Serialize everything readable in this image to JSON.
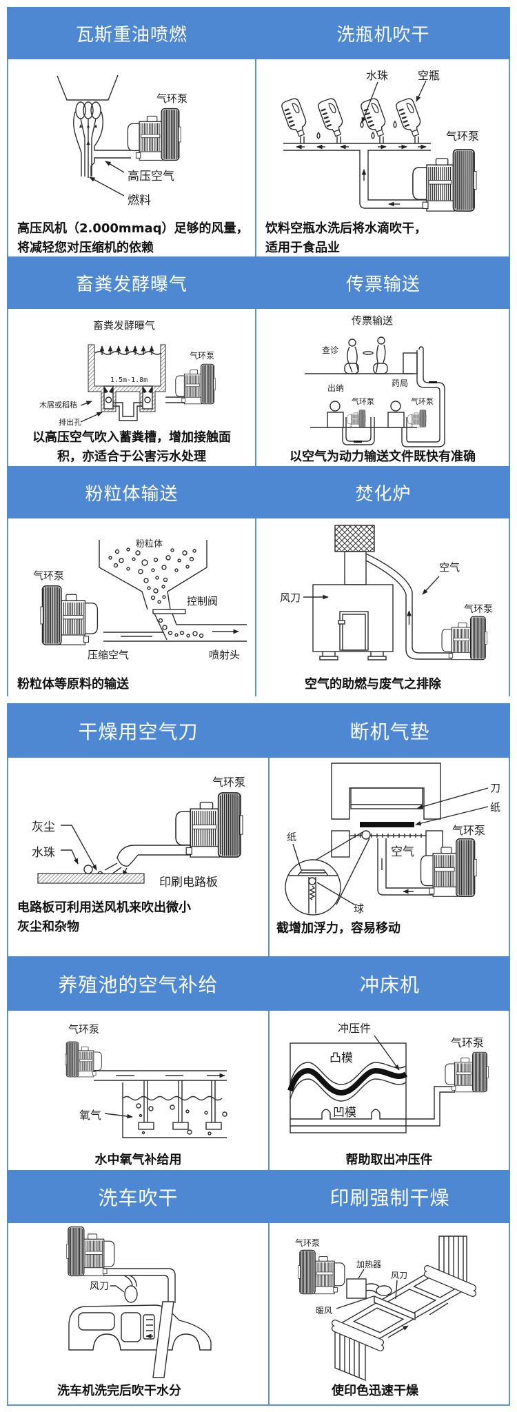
{
  "theme": {
    "header_bg": "#4e88d2",
    "border": "#5a93d7",
    "title_text": "#ffffff",
    "caption_text": "#111111"
  },
  "panels": [
    {
      "title": "瓦斯重油喷燃",
      "caption": [
        "高压风机（2.000mmaq）足够的风量，",
        "将减轻您对压缩机的依赖"
      ],
      "labels": {
        "pump": "气环泵",
        "air": "高压空气",
        "fuel": "燃料"
      }
    },
    {
      "title": "洗瓶机吹干",
      "caption": [
        "饮料空瓶水洗后将水滴吹干，",
        "适用于食品业"
      ],
      "labels": {
        "droplets": "水珠",
        "bottles": "空瓶",
        "pump": "气环泵"
      }
    },
    {
      "title": "畜粪发酵曝气",
      "caption": [
        "以高压空气吹入蓄粪槽，增加接触面",
        "积，亦适合于公害污水处理"
      ],
      "labels": {
        "diagram_title": "畜粪发酵曝气",
        "depth": "1.5m-1.8m",
        "pump": "气环泵",
        "bedding": "木屑或稻秸",
        "outlet": "排出孔"
      }
    },
    {
      "title": "传票输送",
      "caption": [
        "以空气为动力输送文件既快有准确"
      ],
      "labels": {
        "diagram_title": "传票输送",
        "consult": "查诊",
        "cashier": "出纳",
        "pharmacy": "药局",
        "pump_1": "气环泵",
        "pump_2": "气环泵"
      }
    },
    {
      "title": "粉粒体输送",
      "caption": [
        "粉粒体等原料的输送"
      ],
      "labels": {
        "powder": "粉粒体",
        "pump": "气环泵",
        "valve": "控制阀",
        "air": "压缩空气",
        "nozzle": "喷射头"
      }
    },
    {
      "title": "焚化炉",
      "caption": [
        "空气的助燃与废气之排除"
      ],
      "labels": {
        "air": "空气",
        "air_knife": "风刀",
        "pump": "气环泵"
      }
    },
    {
      "title": "干燥用空气刀",
      "caption": [
        "电路板可利用送风机来吹出微小",
        "灰尘和杂物"
      ],
      "labels": {
        "pump": "气环泵",
        "dust": "灰尘",
        "droplets": "水珠",
        "pcb": "印刷电路板"
      }
    },
    {
      "title": "断机气垫",
      "caption": [
        "截增加浮力，容易移动"
      ],
      "labels": {
        "knife": "刀",
        "paper": "纸",
        "pump": "气环泵",
        "paper_detail": "纸",
        "air": "空气",
        "ball": "球"
      }
    },
    {
      "title": "养殖池的空气补给",
      "caption": [
        "水中氧气补给用"
      ],
      "labels": {
        "pump": "气环泵",
        "oxygen": "氧气"
      }
    },
    {
      "title": "冲床机",
      "caption": [
        "帮助取出冲压件"
      ],
      "labels": {
        "part": "冲压件",
        "punch": "凸模",
        "die": "凹模",
        "pump": "气环泵"
      }
    },
    {
      "title": "洗车吹干",
      "caption": [
        "洗车机洗完后吹干水分"
      ],
      "labels": {
        "air_knife": "风刀"
      }
    },
    {
      "title": "印刷强制干燥",
      "caption": [
        "使印色迅速干燥"
      ],
      "labels": {
        "pump": "气环泵",
        "heater": "加热器",
        "air_knife": "风刀",
        "warm_air": "暖风"
      }
    }
  ]
}
